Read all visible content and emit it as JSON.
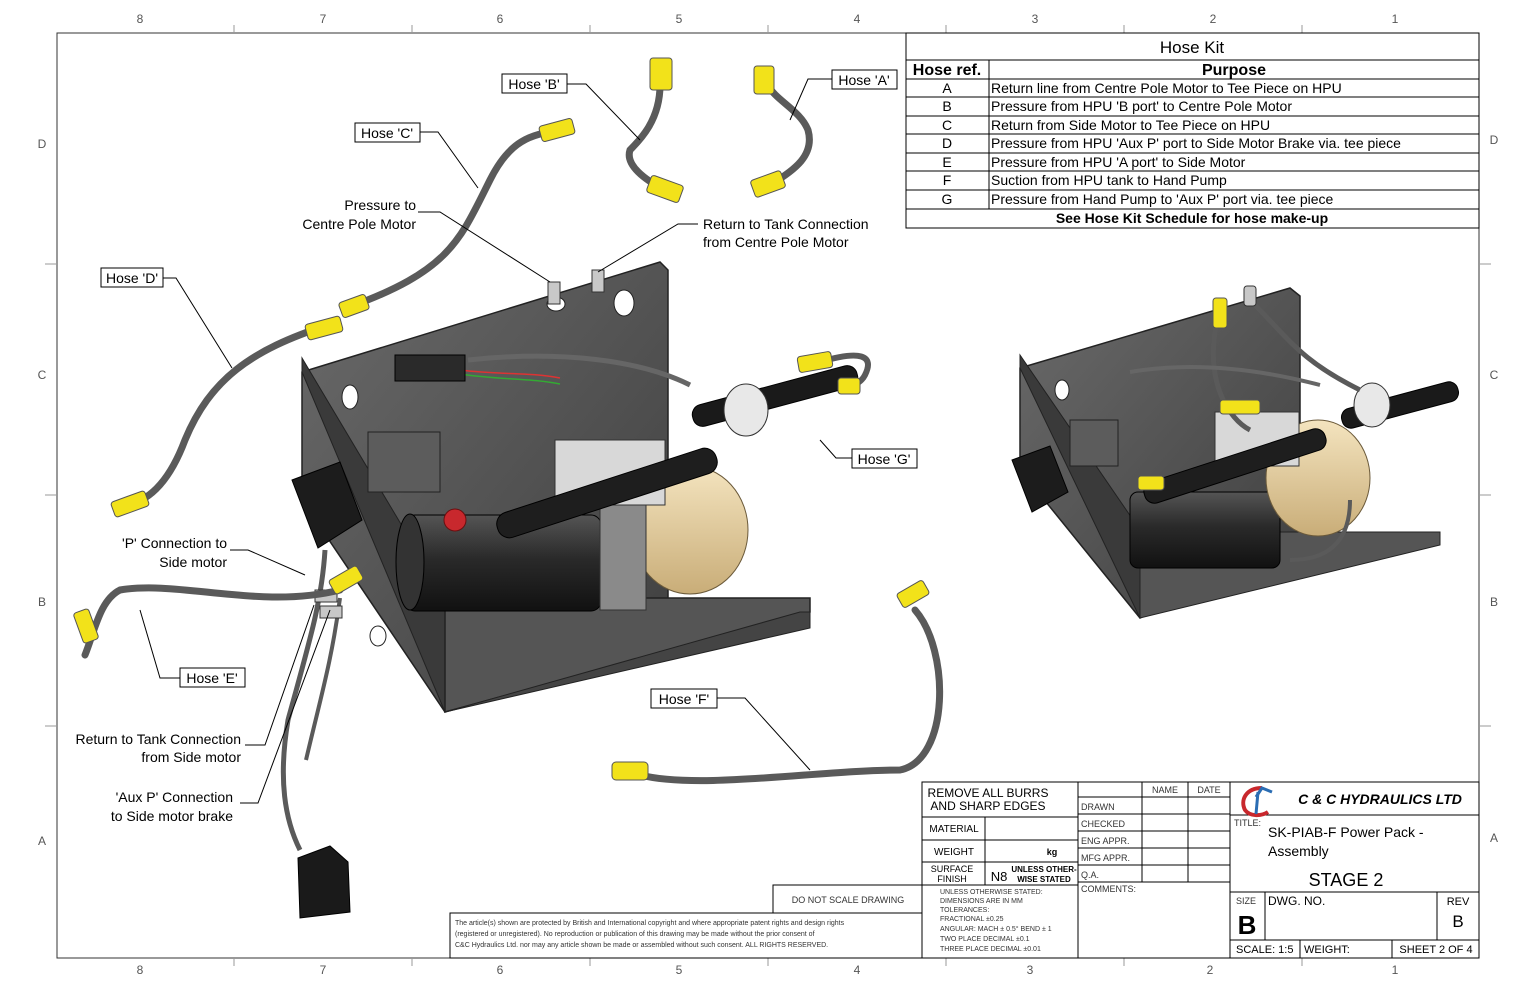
{
  "zones": {
    "top": [
      "8",
      "7",
      "6",
      "5",
      "4",
      "3",
      "2",
      "1"
    ],
    "bottom": [
      "8",
      "7",
      "6",
      "5",
      "4",
      "3",
      "2",
      "1"
    ],
    "left": [
      "D",
      "C",
      "B",
      "A"
    ],
    "right": [
      "D",
      "C",
      "B",
      "A"
    ]
  },
  "hose_kit": {
    "title": "Hose Kit",
    "col_ref": "Hose ref.",
    "col_purpose": "Purpose",
    "rows": [
      {
        "ref": "A",
        "purpose": "Return line from Centre Pole Motor to Tee Piece on HPU"
      },
      {
        "ref": "B",
        "purpose": "Pressure from HPU 'B port' to Centre Pole Motor"
      },
      {
        "ref": "C",
        "purpose": "Return from Side Motor to Tee Piece on HPU"
      },
      {
        "ref": "D",
        "purpose": "Pressure from HPU 'Aux P' port to Side Motor Brake via. tee piece"
      },
      {
        "ref": "E",
        "purpose": "Pressure from HPU 'A port' to Side Motor"
      },
      {
        "ref": "F",
        "purpose": "Suction from HPU tank to Hand Pump"
      },
      {
        "ref": "G",
        "purpose": "Pressure from Hand Pump to 'Aux P' port via. tee piece"
      }
    ],
    "footer": "See Hose Kit Schedule for hose make-up"
  },
  "callouts": {
    "hose_a": "Hose 'A'",
    "hose_b": "Hose 'B'",
    "hose_c": "Hose 'C'",
    "hose_d": "Hose 'D'",
    "hose_e": "Hose 'E'",
    "hose_f": "Hose 'F'",
    "hose_g": "Hose 'G'"
  },
  "notes": {
    "pressure_centre_1": "Pressure to",
    "pressure_centre_2": "Centre Pole Motor",
    "return_centre_1": "Return to Tank Connection",
    "return_centre_2": "from Centre Pole Motor",
    "p_side_1": "'P' Connection to",
    "p_side_2": "Side motor",
    "return_side_1": "Return to Tank Connection",
    "return_side_2": "from Side motor",
    "aux_1": "'Aux P' Connection",
    "aux_2": "to Side motor brake"
  },
  "title_block": {
    "burrs_1": "REMOVE ALL BURRS",
    "burrs_2": "AND SHARP EDGES",
    "material": "MATERIAL",
    "weight": "WEIGHT",
    "weight_unit": "kg",
    "finish_1": "SURFACE",
    "finish_2": "FINISH",
    "finish_val": "N8",
    "unless_1": "UNLESS OTHER-",
    "unless_2": "WISE STATED",
    "tol_lines": [
      "UNLESS OTHERWISE STATED:",
      "DIMENSIONS ARE IN MM",
      "TOLERANCES:",
      "FRACTIONAL ±0.25",
      "ANGULAR: MACH ± 0.5° BEND ± 1",
      "TWO PLACE DECIMAL    ±0.1",
      "THREE PLACE DECIMAL  ±0.01"
    ],
    "do_not_scale": "DO NOT SCALE DRAWING",
    "copyright_lines": [
      "The article(s) shown are protected by British and International copyright and where appropriate patent rights and design rights",
      "(registered or unregistered). No reproduction or publication of this drawing may be made without the prior consent of",
      "C&C Hydraulics Ltd. nor may any article shown be made or assembled without such consent. ALL RIGHTS RESERVED."
    ],
    "col_name": "NAME",
    "col_date": "DATE",
    "roles": [
      "DRAWN",
      "CHECKED",
      "ENG APPR.",
      "MFG APPR.",
      "Q.A.",
      "COMMENTS:"
    ],
    "company": "C & C HYDRAULICS LTD",
    "title_label": "TITLE:",
    "title_1": "SK-PIAB-F Power Pack -",
    "title_2": "Assembly",
    "stage": "STAGE 2",
    "size_label": "SIZE",
    "size_val": "B",
    "dwg_label": "DWG.  NO.",
    "rev_label": "REV",
    "rev_val": "B",
    "scale": "SCALE: 1:5",
    "weight_label": "WEIGHT:",
    "sheet": "SHEET 2 OF 4"
  },
  "colors": {
    "hose": "#5a5a5a",
    "fitting": "#f2e21a",
    "frame": "#4a4a4a",
    "tank": "#262626",
    "motor_body": "#e8d3a6",
    "logo_red": "#c8282d",
    "logo_blue": "#2b6db3"
  }
}
